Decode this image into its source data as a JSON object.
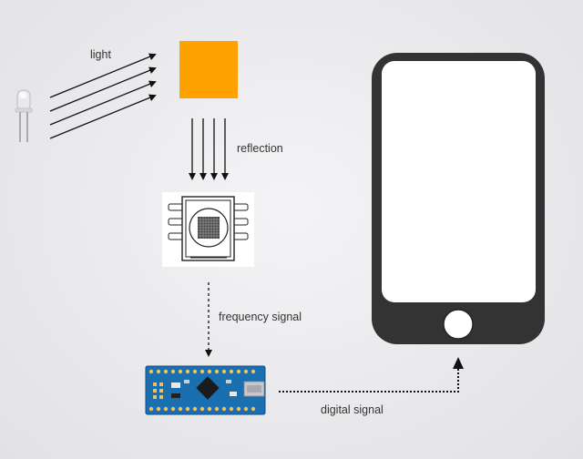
{
  "labels": {
    "light": "light",
    "reflection": "reflection",
    "frequency_signal": "frequency signal",
    "digital_signal": "digital signal"
  },
  "colors": {
    "sample_square": "#ffa200",
    "phone_body": "#333333",
    "phone_screen": "#ffffff",
    "arduino_board": "#1a6fb0",
    "line": "#111111"
  },
  "icons": {
    "light_source": "led-icon",
    "sample": "color-sample-square",
    "sensor": "color-sensor-chip-icon",
    "microcontroller": "arduino-nano-board-icon",
    "phone": "smartphone-icon"
  }
}
